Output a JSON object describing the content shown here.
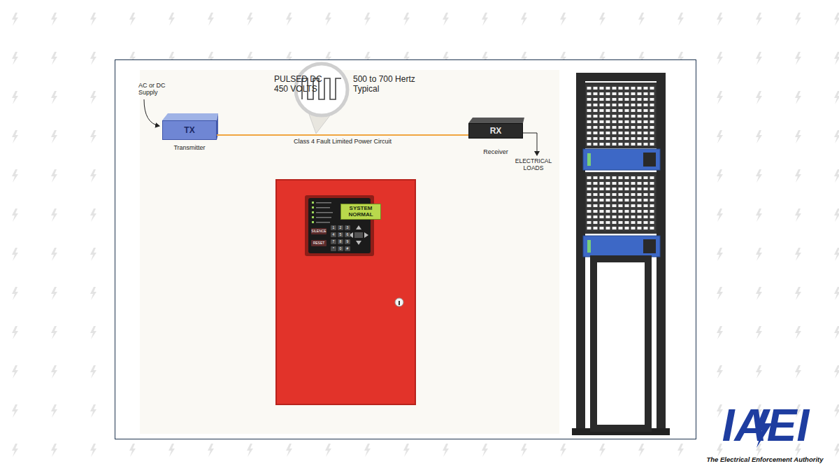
{
  "diagram": {
    "nodes": [
      {
        "text": [
          "TX",
          "Transmitter"
        ]
      },
      {
        "text": [
          "RX",
          "Receiver"
        ]
      },
      {
        "text": [
          "SYSTEM NORMAL"
        ]
      }
    ],
    "edges": [
      {
        "from": 0,
        "to": 1,
        "arrow": "none",
        "label": "Class 4 Fault Limited Power Circuit"
      }
    ],
    "labels": [
      "AC or DC Supply",
      "PULSED DC 450 VOLTS",
      "500 to 700 Hertz Typical",
      "ELECTRICAL LOADS",
      "SILENCE",
      "RESET",
      "1",
      "2",
      "3",
      "4",
      "5",
      "6",
      "7",
      "8",
      "9",
      "*",
      "0",
      "#",
      "IAEI",
      "The Electrical Enforcement Authority"
    ]
  }
}
